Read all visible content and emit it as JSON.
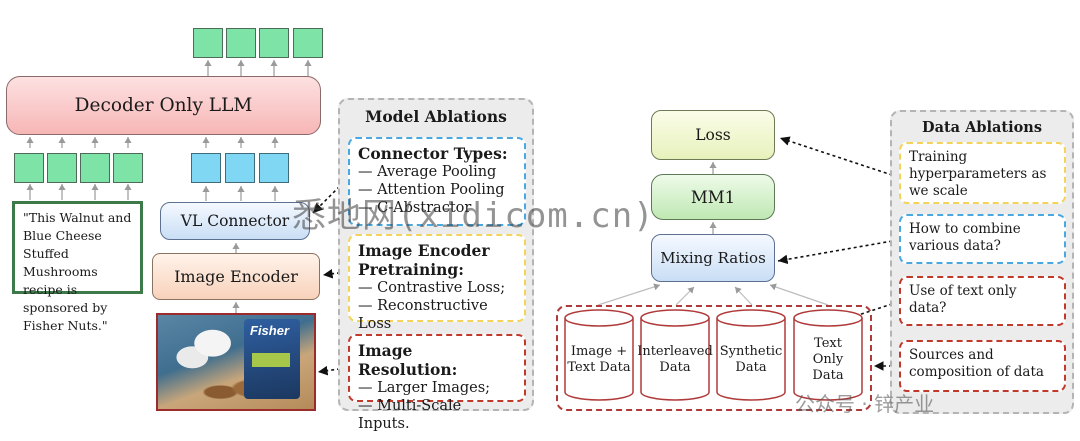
{
  "left": {
    "decoder_label": "Decoder Only LLM",
    "vl_connector_label": "VL Connector",
    "image_encoder_label": "Image Encoder",
    "caption_text": "\"This Walnut and Blue Cheese Stuffed Mushrooms recipe is sponsored by Fisher Nuts.\"",
    "photo_brand_text": "Fisher"
  },
  "model_ablations": {
    "title": "Model Ablations",
    "connector_types": {
      "title": "Connector Types:",
      "items": [
        "— Average Pooling",
        "— Attention Pooling",
        "— C-Abstractor"
      ]
    },
    "image_encoder_pretraining": {
      "title_line1": "Image Encoder",
      "title_line2": "Pretraining:",
      "items": [
        "— Contrastive Loss;",
        "— Reconstructive Loss"
      ]
    },
    "image_resolution": {
      "title": "Image Resolution:",
      "items": [
        "— Larger Images;",
        "— Multi-Scale Inputs."
      ]
    }
  },
  "right": {
    "loss_label": "Loss",
    "mm1_label": "MM1",
    "mixing_ratios_label": "Mixing Ratios",
    "data_sources": [
      {
        "line1": "Image +",
        "line2": "Text Data",
        "line3": ""
      },
      {
        "line1": "Interleaved",
        "line2": "Data",
        "line3": ""
      },
      {
        "line1": "Synthetic",
        "line2": "Data",
        "line3": ""
      },
      {
        "line1": "Text",
        "line2": "Only",
        "line3": "Data"
      }
    ]
  },
  "data_ablations": {
    "title": "Data Ablations",
    "items": [
      {
        "text": "Training hyperparameters as we scale",
        "color": "#f3d35a"
      },
      {
        "text": "How to combine various data?",
        "color": "#4aa8e0"
      },
      {
        "text": "Use of text only data?",
        "color": "#c0392b"
      },
      {
        "text": "Sources and composition of data",
        "color": "#c0392b"
      }
    ]
  },
  "colors": {
    "token_green": "#7ee3a6",
    "token_blue": "#7fd7f3",
    "card_blue": "#4aa8e0",
    "card_yellow": "#f3d35a",
    "card_red": "#c0392b"
  },
  "watermark": {
    "main": "悉地网(xidicom.cn)",
    "secondary": "公众号 · 锌产业"
  }
}
